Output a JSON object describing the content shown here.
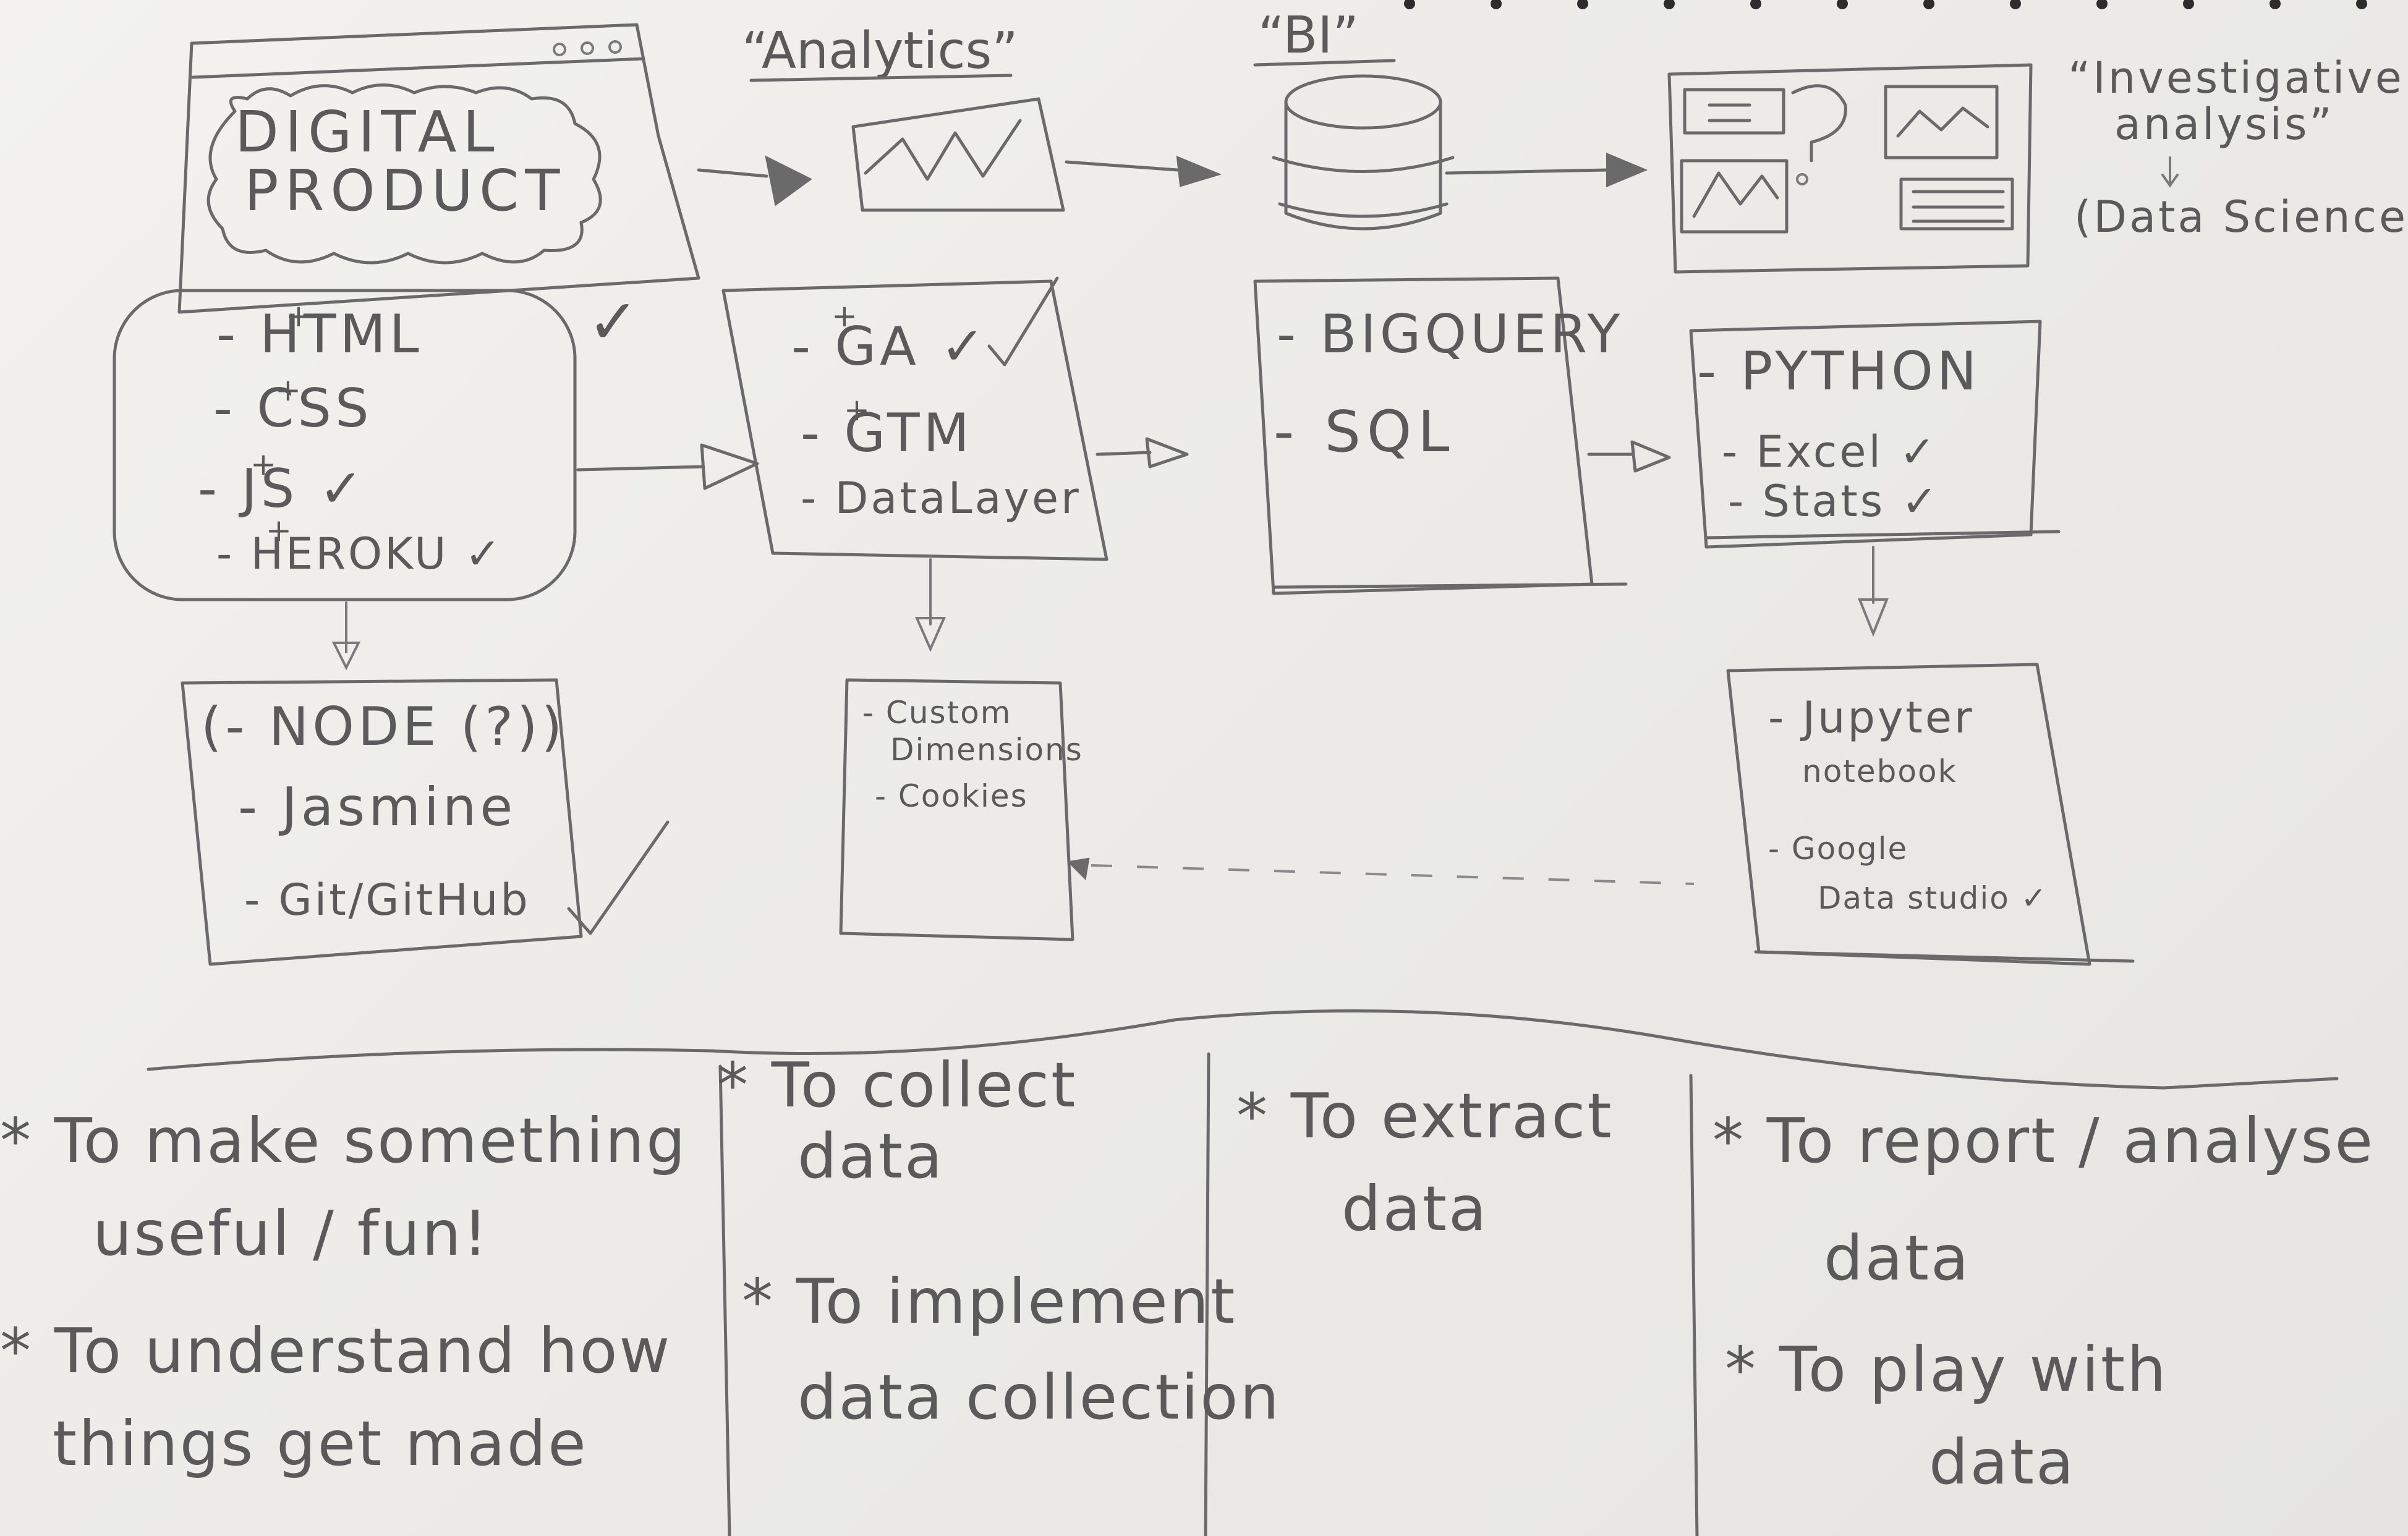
{
  "columns": {
    "product": {
      "title_line1": "DIGITAL",
      "title_line2": "PRODUCT",
      "stack": [
        "- HTML",
        "- CSS",
        "- JS ✓",
        "- HEROKU ✓"
      ],
      "stack_marks": [
        "+",
        "+",
        "+",
        "+"
      ],
      "next": [
        "(- NODE (?))",
        "- Jasmine",
        "- Git/GitHub"
      ]
    },
    "analytics": {
      "heading": "“Analytics”",
      "stack": [
        "- GA ✓",
        "- GTM",
        "- DataLayer"
      ],
      "stack_marks": [
        "+",
        "+"
      ],
      "next": [
        "- Custom",
        "Dimensions",
        "- Cookies"
      ]
    },
    "bi": {
      "heading": "“BI”",
      "stack": [
        "- BIGQUERY",
        "- SQL"
      ]
    },
    "science": {
      "heading_line1": "“Investigative",
      "heading_line2": "analysis”",
      "heading_line3": "(Data Science!)",
      "stack": [
        "- PYTHON",
        "- Excel ✓",
        "- Stats ✓"
      ],
      "next": [
        "- Jupyter",
        "notebook",
        "- Google",
        "Data studio ✓"
      ]
    }
  },
  "check_marks": [
    "✓",
    "✓"
  ],
  "purposes": {
    "product": [
      "* To make something",
      "useful / fun!",
      "* To understand how",
      "things get made"
    ],
    "analytics": [
      "* To collect",
      "data",
      "* To implement",
      "data collection"
    ],
    "bi": [
      "* To extract",
      "data"
    ],
    "science": [
      "* To report / analyse",
      "data",
      "* To play with",
      "data"
    ]
  }
}
